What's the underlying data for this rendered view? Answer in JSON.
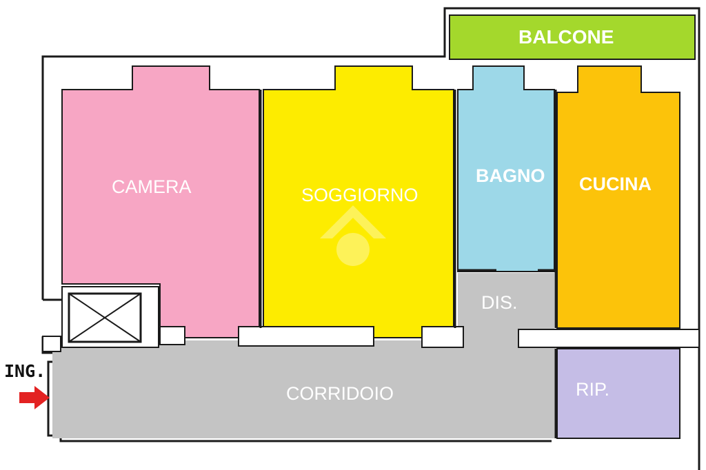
{
  "rooms": {
    "balcone": "BALCONE",
    "camera": "CAMERA",
    "soggiorno": "SOGGIORNO",
    "bagno": "BAGNO",
    "cucina": "CUCINA",
    "dis": "DIS.",
    "corridoio": "CORRIDOIO",
    "rip": "RIP."
  },
  "entrance": "ING.",
  "colors": {
    "balcone": "#a4d82c",
    "camera": "#f7a6c4",
    "soggiorno": "#fdec00",
    "bagno": "#9dd8e8",
    "cucina": "#fcc30a",
    "dis": "#c4c4c4",
    "corridoio": "#c4c4c4",
    "rip": "#c5bde6",
    "arrow": "#e32222",
    "wall": "#1a1a1a"
  },
  "icons": [
    "elevator-shaft-icon",
    "entrance-arrow-icon",
    "watermark-logo-icon"
  ]
}
